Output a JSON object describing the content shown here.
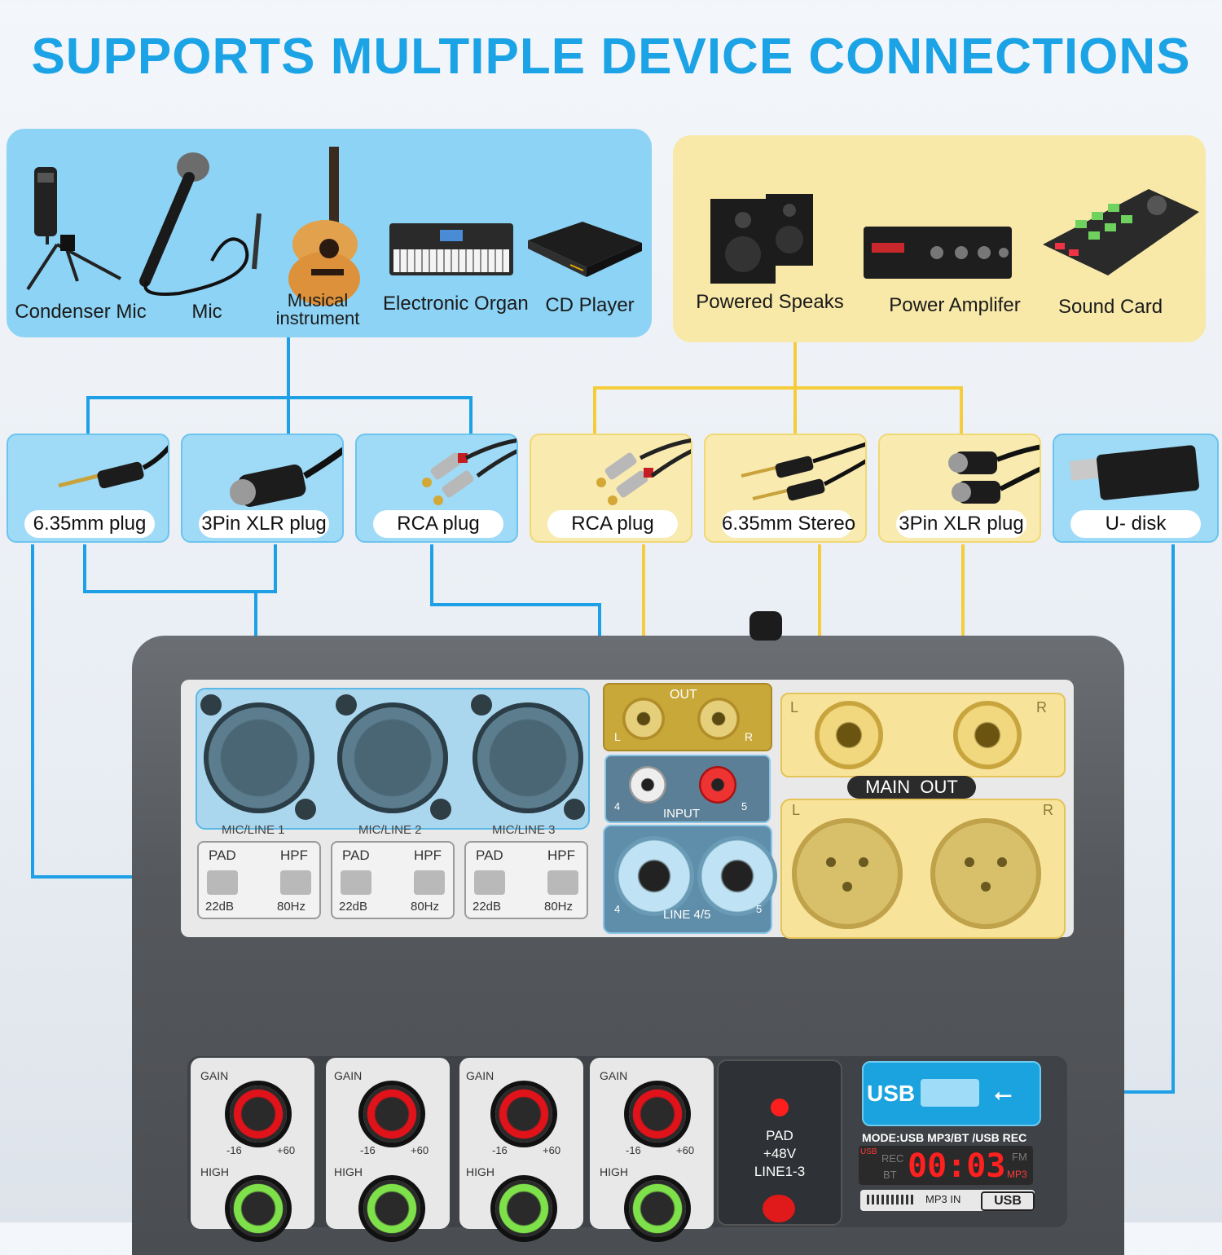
{
  "title": "SUPPORTS MULTIPLE DEVICE CONNECTIONS",
  "inputs": {
    "devices": [
      "Condenser Mic",
      "Mic",
      "Musical instrument",
      "Electronic Organ",
      "CD Player"
    ],
    "plugs": [
      "6.35mm plug",
      "3Pin XLR plug",
      "RCA plug"
    ]
  },
  "outputs": {
    "devices": [
      "Powered Speaks",
      "Power Amplifer",
      "Sound Card"
    ],
    "plugs": [
      "RCA plug",
      "6.35mm Stereo",
      "3Pin XLR plug"
    ]
  },
  "storage": {
    "plug": "U- disk"
  },
  "mixer": {
    "channels": [
      "MIC/LINE 1",
      "MIC/LINE 2",
      "MIC/LINE 3"
    ],
    "pad": "PAD",
    "hpf": "HPF",
    "pad_val": "22dB",
    "hpf_val": "80Hz",
    "out": "OUT",
    "input": "INPUT",
    "line45": "LINE 4/5",
    "main_out": "MAIN  OUT",
    "L": "L",
    "R": "R",
    "four": "4",
    "five": "5",
    "gain": "GAIN",
    "high": "HIGH",
    "min": "-16",
    "max": "+60",
    "phantom": [
      "PAD",
      "+48V",
      "LINE1-3"
    ],
    "usb": "USB",
    "mode": "MODE:USB MP3/BT /USB REC",
    "rec": "REC",
    "bt": "BT",
    "fm": "FM",
    "mp3": "MP3",
    "usb_small": "USB",
    "display": "00:03",
    "mp3in": "MP3 IN"
  },
  "colors": {
    "blue": "#1ba3e6",
    "line_blue": "#1ea0e6",
    "line_yellow": "#f5cc3a"
  }
}
